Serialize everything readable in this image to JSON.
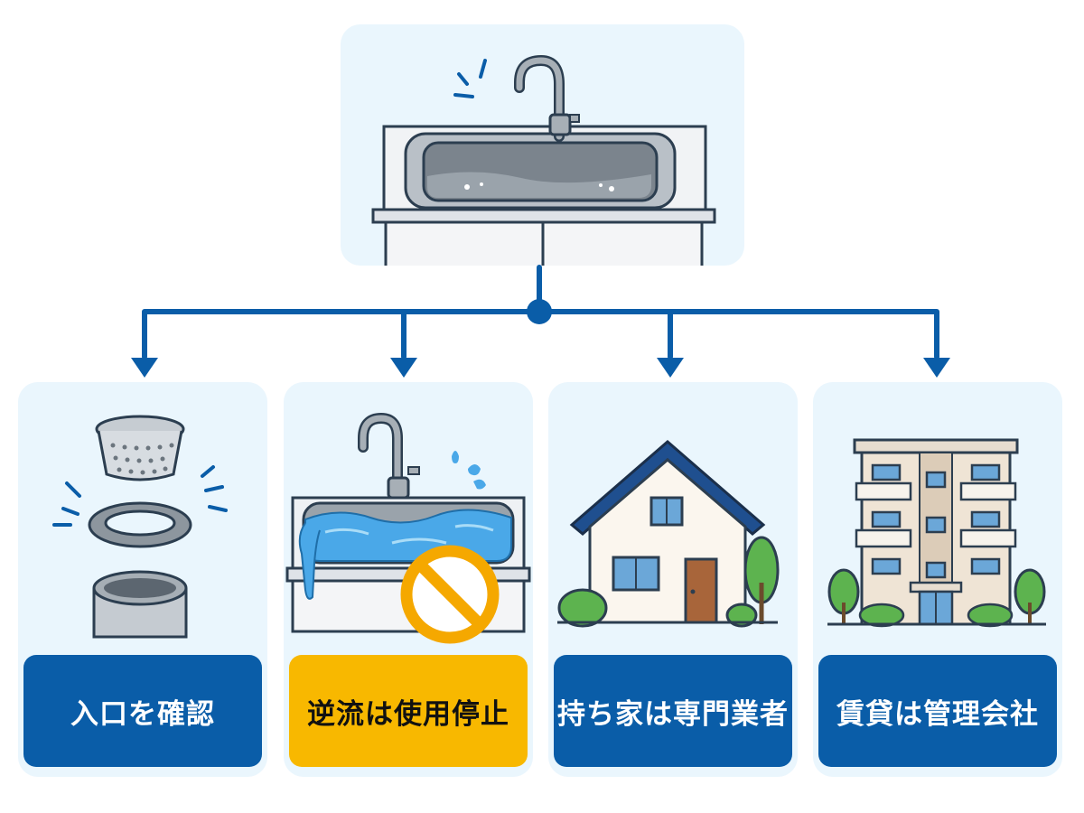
{
  "diagram": {
    "top": {
      "icon": "kitchen-sink-icon"
    },
    "cards": [
      {
        "id": "check-inlet",
        "label": "入口を確認",
        "icon": "drain-basket-parts-icon",
        "style": "blue"
      },
      {
        "id": "stop-use",
        "label": "逆流は使用停止",
        "icon": "overflowing-sink-prohibited-icon",
        "style": "yellow"
      },
      {
        "id": "homeowner",
        "label": "持ち家は専門業者",
        "icon": "house-icon",
        "style": "blue"
      },
      {
        "id": "rental",
        "label": "賃貸は管理会社",
        "icon": "apartment-building-icon",
        "style": "blue"
      }
    ]
  },
  "colors": {
    "panel_bg": "#eaf6fd",
    "connector": "#0a5da8",
    "label_blue": "#0a5da8",
    "label_yellow": "#f8b800",
    "prohibit": "#f5a800",
    "water": "#4aa8e8"
  }
}
